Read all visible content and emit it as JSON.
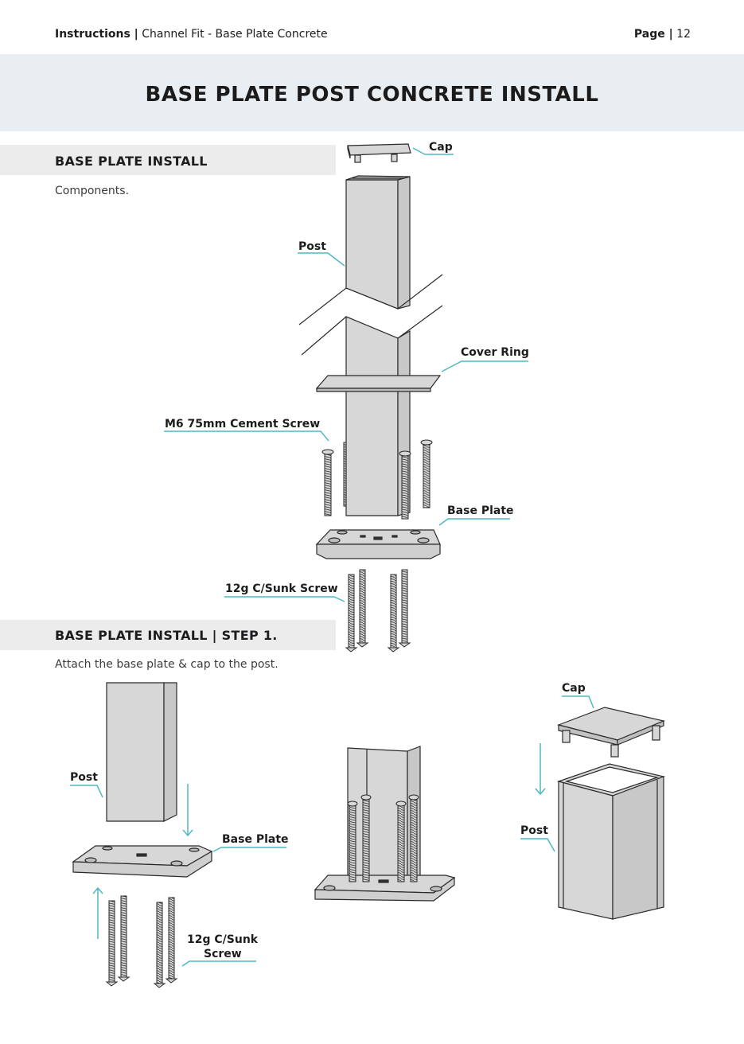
{
  "header": {
    "left_bold": "Instructions |",
    "left_text": "Channel Fit - Base Plate Concrete",
    "right_bold": "Page |",
    "right_text": "12"
  },
  "title": "BASE PLATE POST CONCRETE INSTALL",
  "section1": {
    "title": "BASE PLATE INSTALL",
    "description": "Components.",
    "labels": {
      "cap": "Cap",
      "post": "Post",
      "cover_ring": "Cover Ring",
      "cement_screw": "M6 75mm Cement Screw",
      "base_plate": "Base Plate",
      "sunk_screw": "12g C/Sunk Screw"
    }
  },
  "section2": {
    "title": "BASE PLATE INSTALL | STEP 1.",
    "description": "Attach the base plate & cap to the post.",
    "labels": {
      "post_left": "Post",
      "base_plate": "Base Plate",
      "sunk_screw_1": "12g C/Sunk",
      "sunk_screw_2": "Screw",
      "cap": "Cap",
      "post_right": "Post"
    }
  },
  "colors": {
    "accent": "#4fb8c4",
    "part_fill": "#d7d7d7",
    "band": "#e9eef2"
  }
}
